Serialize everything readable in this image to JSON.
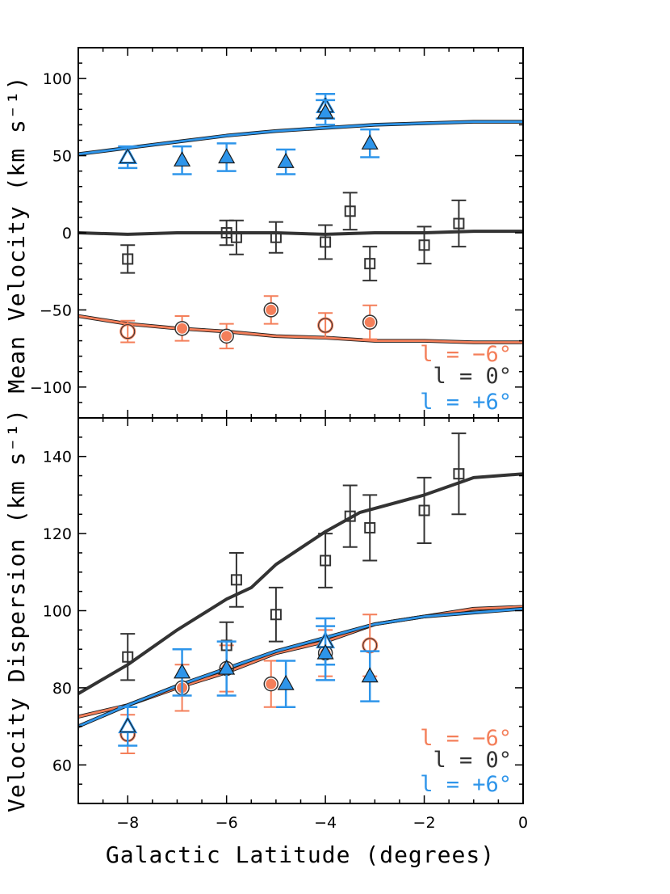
{
  "colors": {
    "minus6": "#f47f5a",
    "zero": "#333333",
    "plus6": "#2e95ea",
    "plus6_edge": "#1a1a1a"
  },
  "labels": {
    "xlabel": "Galactic Latitude (degrees)",
    "top_ylabel": "Mean Velocity (km s⁻¹)",
    "bottom_ylabel": "Velocity Dispersion (km s⁻¹)"
  },
  "legend": {
    "minus6": "l = −6°",
    "zero": "l =  0°",
    "plus6": "l = +6°"
  },
  "chart_data": [
    {
      "type": "scatter",
      "panel": "top",
      "ylabel": "Mean Velocity (km s⁻¹)",
      "xlabel": "",
      "xlim": [
        -9,
        0
      ],
      "ylim": [
        -120,
        120
      ],
      "xticks": [
        -8,
        -6,
        -4,
        -2,
        0
      ],
      "yticks": [
        -100,
        -50,
        0,
        50,
        100
      ],
      "legend_position": "bottom-right",
      "series": [
        {
          "name": "l = −6°",
          "color_key": "minus6",
          "marker": "circle",
          "points": [
            {
              "x": -8.0,
              "y": -64,
              "err": 7,
              "fill": "open"
            },
            {
              "x": -6.9,
              "y": -62,
              "err": 8,
              "fill": "filled"
            },
            {
              "x": -6.0,
              "y": -67,
              "err": 8,
              "fill": "filled"
            },
            {
              "x": -5.1,
              "y": -50,
              "err": 9,
              "fill": "filled"
            },
            {
              "x": -4.0,
              "y": -60,
              "err": 8,
              "fill": "open"
            },
            {
              "x": -3.1,
              "y": -58,
              "err": 11,
              "fill": "filled"
            }
          ],
          "model": {
            "x": [
              -9,
              -8,
              -7,
              -6,
              -5,
              -4,
              -3,
              -2,
              -1,
              0
            ],
            "y": [
              -54,
              -59,
              -62,
              -64,
              -67,
              -68,
              -70,
              -70,
              -71,
              -71
            ]
          }
        },
        {
          "name": "l = 0°",
          "color_key": "zero",
          "marker": "square",
          "points": [
            {
              "x": -8.0,
              "y": -17,
              "err": 9
            },
            {
              "x": -6.0,
              "y": 0,
              "err": 8
            },
            {
              "x": -5.8,
              "y": -3,
              "err": 11
            },
            {
              "x": -5.0,
              "y": -3,
              "err": 10
            },
            {
              "x": -4.0,
              "y": -6,
              "err": 11
            },
            {
              "x": -3.5,
              "y": 14,
              "err": 12
            },
            {
              "x": -3.1,
              "y": -20,
              "err": 11
            },
            {
              "x": -2.0,
              "y": -8,
              "err": 12
            },
            {
              "x": -1.3,
              "y": 6,
              "err": 15
            }
          ],
          "model": {
            "x": [
              -9,
              -8,
              -7,
              -6,
              -5,
              -4,
              -3,
              -2,
              -1,
              0
            ],
            "y": [
              0,
              -1,
              0,
              0,
              0,
              -1,
              0,
              0,
              1,
              1
            ]
          }
        },
        {
          "name": "l = +6°",
          "color_key": "plus6",
          "marker": "triangle",
          "points": [
            {
              "x": -8.0,
              "y": 49,
              "err": 7,
              "fill": "open"
            },
            {
              "x": -6.9,
              "y": 47,
              "err": 9,
              "fill": "filled"
            },
            {
              "x": -6.0,
              "y": 49,
              "err": 9,
              "fill": "filled"
            },
            {
              "x": -4.8,
              "y": 46,
              "err": 8,
              "fill": "filled"
            },
            {
              "x": -4.0,
              "y": 82,
              "err": 8,
              "fill": "open"
            },
            {
              "x": -4.0,
              "y": 78,
              "err": 8,
              "fill": "filled"
            },
            {
              "x": -3.1,
              "y": 58,
              "err": 9,
              "fill": "filled"
            }
          ],
          "model": {
            "x": [
              -9,
              -8,
              -7,
              -6,
              -5,
              -4,
              -3,
              -2,
              -1,
              0
            ],
            "y": [
              51,
              55,
              59,
              63,
              66,
              68,
              70,
              71,
              72,
              72
            ]
          }
        }
      ]
    },
    {
      "type": "scatter",
      "panel": "bottom",
      "ylabel": "Velocity Dispersion (km s⁻¹)",
      "xlabel": "Galactic Latitude (degrees)",
      "xlim": [
        -9,
        0
      ],
      "ylim": [
        50,
        150
      ],
      "xticks": [
        -8,
        -6,
        -4,
        -2,
        0
      ],
      "yticks": [
        60,
        80,
        100,
        120,
        140
      ],
      "legend_position": "bottom-right",
      "series": [
        {
          "name": "l = −6°",
          "color_key": "minus6",
          "marker": "circle",
          "points": [
            {
              "x": -8.0,
              "y": 68,
              "err": 5,
              "fill": "open"
            },
            {
              "x": -6.9,
              "y": 80,
              "err": 6,
              "fill": "filled"
            },
            {
              "x": -6.0,
              "y": 85,
              "err": 6,
              "fill": "filled"
            },
            {
              "x": -5.1,
              "y": 81,
              "err": 6,
              "fill": "filled"
            },
            {
              "x": -4.0,
              "y": 89,
              "err": 6,
              "fill": "filled"
            },
            {
              "x": -3.1,
              "y": 91,
              "err": 8,
              "fill": "open"
            }
          ],
          "model": {
            "x": [
              -9,
              -8,
              -7,
              -6,
              -5,
              -4,
              -3,
              -2,
              -1,
              0
            ],
            "y": [
              72.5,
              75.5,
              80,
              84,
              89,
              92,
              96.5,
              98.5,
              100.5,
              101
            ]
          }
        },
        {
          "name": "l = 0°",
          "color_key": "zero",
          "marker": "square",
          "points": [
            {
              "x": -8.0,
              "y": 88,
              "err": 6
            },
            {
              "x": -6.0,
              "y": 91,
              "err": 6
            },
            {
              "x": -5.8,
              "y": 108,
              "err": 7
            },
            {
              "x": -5.0,
              "y": 99,
              "err": 7
            },
            {
              "x": -4.0,
              "y": 113,
              "err": 7
            },
            {
              "x": -3.5,
              "y": 124.5,
              "err": 8
            },
            {
              "x": -3.1,
              "y": 121.5,
              "err": 8.5
            },
            {
              "x": -2.0,
              "y": 126,
              "err": 8.5
            },
            {
              "x": -1.3,
              "y": 135.5,
              "err": 10.5
            }
          ],
          "model": {
            "x": [
              -9,
              -8,
              -7,
              -6,
              -5.5,
              -5,
              -4,
              -3.3,
              -2,
              -1,
              0
            ],
            "y": [
              78.5,
              86,
              95,
              103,
              106,
              112,
              120.5,
              125.5,
              130,
              134.5,
              135.5
            ]
          }
        },
        {
          "name": "l = +6°",
          "color_key": "plus6",
          "marker": "triangle",
          "points": [
            {
              "x": -8.0,
              "y": 70,
              "err": 5,
              "fill": "open"
            },
            {
              "x": -6.9,
              "y": 84,
              "err": 6,
              "fill": "filled"
            },
            {
              "x": -6.0,
              "y": 85,
              "err": 7,
              "fill": "filled"
            },
            {
              "x": -4.8,
              "y": 81,
              "err": 6,
              "fill": "filled"
            },
            {
              "x": -4.0,
              "y": 92,
              "err": 6,
              "fill": "open"
            },
            {
              "x": -4.0,
              "y": 89,
              "err": 7,
              "fill": "filled"
            },
            {
              "x": -3.1,
              "y": 83,
              "err": 6.5,
              "fill": "filled"
            }
          ],
          "model": {
            "x": [
              -9,
              -8,
              -7,
              -6,
              -5,
              -4,
              -3,
              -2,
              -1,
              0
            ],
            "y": [
              70,
              75.5,
              80.5,
              85,
              89.5,
              93,
              96.5,
              98.5,
              99.5,
              100.5
            ]
          }
        }
      ]
    }
  ]
}
